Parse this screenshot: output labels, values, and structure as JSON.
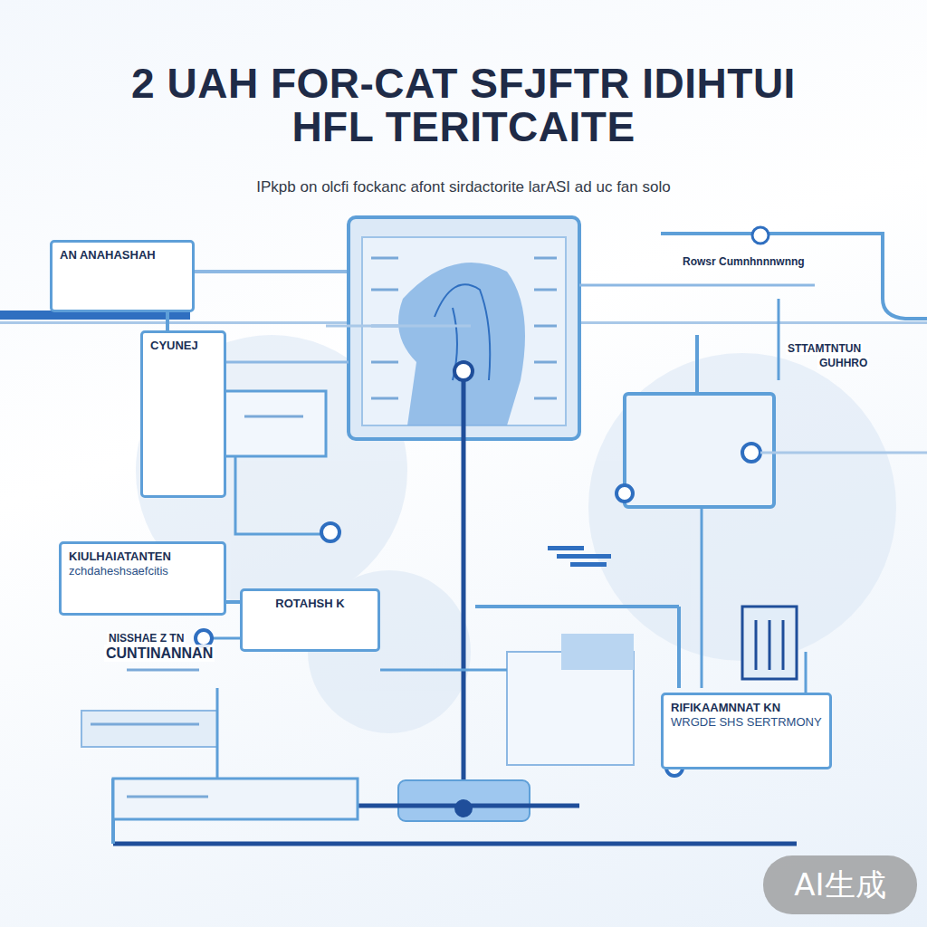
{
  "diagram": {
    "title": "2 UAH FOR-CAT SFJFTR IDIHTUI HFL TERITCAITE",
    "caption": "IPkpb on olcfi fockanc afont sirdactorite larASI ad uc fan solo",
    "nodes": [
      {
        "text": [
          "AN ANAHASHAH"
        ]
      },
      {
        "text": [
          "CYUNEJ"
        ]
      },
      {
        "text": [
          "KIULHAIATANTEN",
          "zchdaheshsaefcitis"
        ]
      },
      {
        "text": [
          "ROTAHSH K"
        ]
      },
      {
        "text": [
          "RIFIKAAMNNAT KN",
          "WRGDE SHS SERTRMONY"
        ]
      }
    ],
    "edges": [
      {
        "from": 0,
        "to": 1,
        "arrow": "none"
      },
      {
        "from": 2,
        "to": 3,
        "arrow": "none"
      }
    ],
    "labels": [
      "Rowsr Cumnhnnnwnng",
      "STTAMTNTUN",
      "GUHHRO",
      "NISSHAE Z TN",
      "CUNTINANNAN",
      "AI生成"
    ]
  }
}
